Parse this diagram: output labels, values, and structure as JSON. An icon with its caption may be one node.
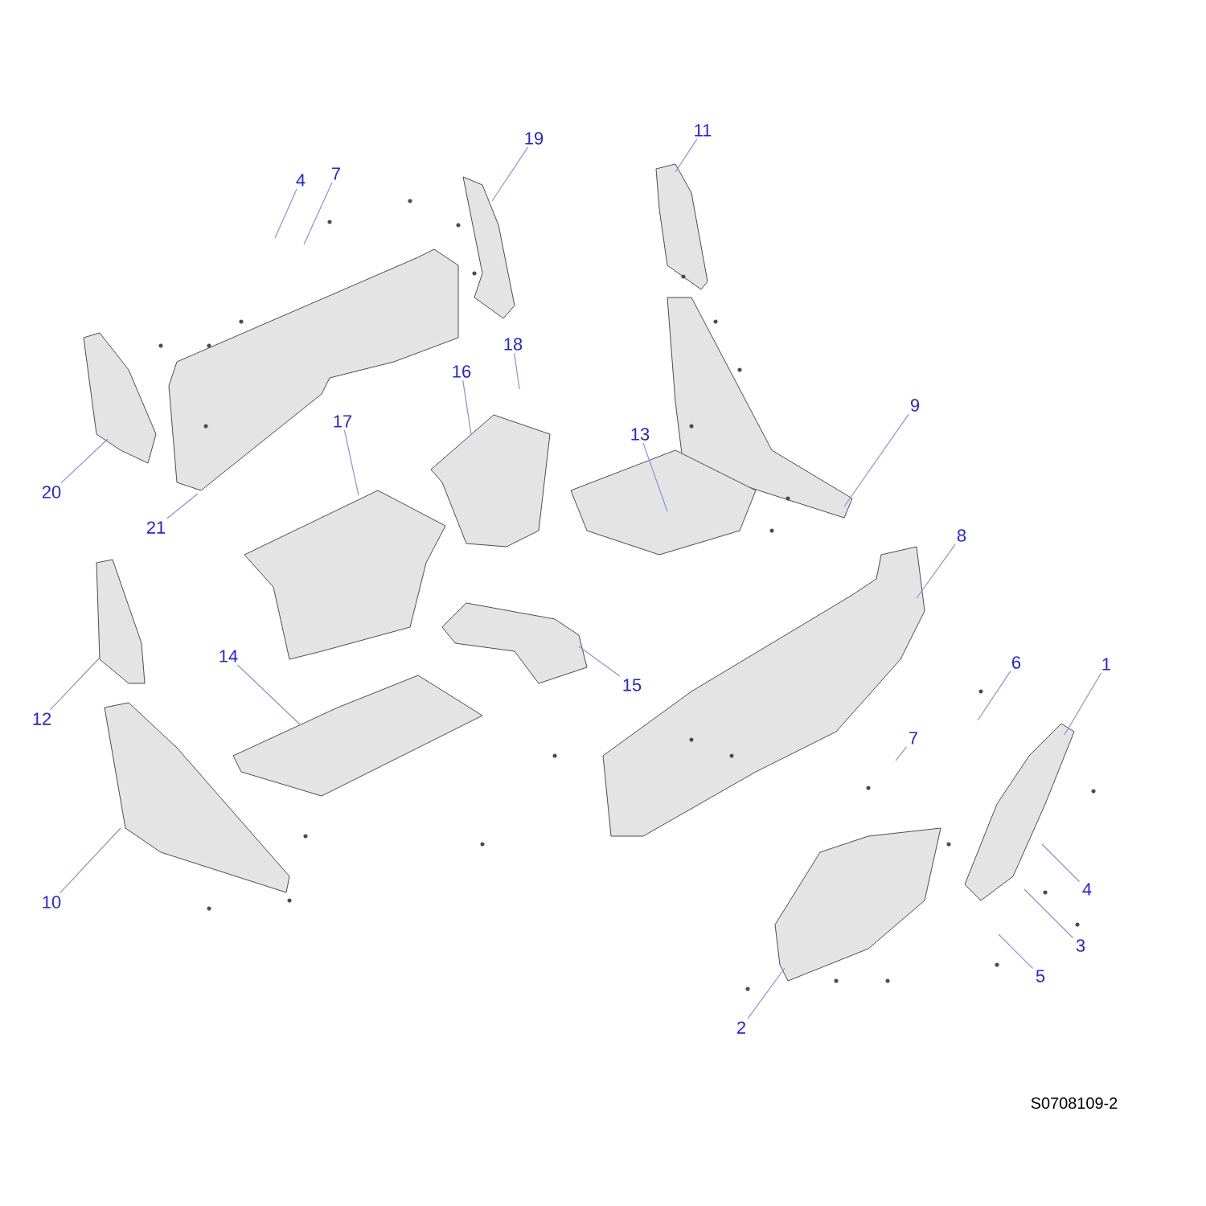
{
  "diagram": {
    "nodes": [
      {
        "text": [
          "4"
        ]
      },
      {
        "text": [
          "7"
        ]
      },
      {
        "text": [
          "19"
        ]
      },
      {
        "text": [
          "11"
        ]
      },
      {
        "text": [
          "20"
        ]
      },
      {
        "text": [
          "21"
        ]
      },
      {
        "text": [
          "18"
        ]
      },
      {
        "text": [
          "16"
        ]
      },
      {
        "text": [
          "17"
        ]
      },
      {
        "text": [
          "13"
        ]
      },
      {
        "text": [
          "9"
        ]
      },
      {
        "text": [
          "8"
        ]
      },
      {
        "text": [
          "12"
        ]
      },
      {
        "text": [
          "14"
        ]
      },
      {
        "text": [
          "15"
        ]
      },
      {
        "text": [
          "6"
        ]
      },
      {
        "text": [
          "1"
        ]
      },
      {
        "text": [
          "7"
        ]
      },
      {
        "text": [
          "4"
        ]
      },
      {
        "text": [
          "3"
        ]
      },
      {
        "text": [
          "5"
        ]
      },
      {
        "text": [
          "10"
        ]
      },
      {
        "text": [
          "2"
        ]
      }
    ],
    "edges": [
      {
        "from": 0,
        "to": null,
        "arrow": "none"
      },
      {
        "from": 1,
        "to": null,
        "arrow": "none"
      },
      {
        "from": 2,
        "to": null,
        "arrow": "none"
      },
      {
        "from": 3,
        "to": null,
        "arrow": "none"
      },
      {
        "from": 4,
        "to": null,
        "arrow": "none"
      },
      {
        "from": 5,
        "to": null,
        "arrow": "none"
      },
      {
        "from": 6,
        "to": null,
        "arrow": "none"
      },
      {
        "from": 7,
        "to": null,
        "arrow": "none"
      },
      {
        "from": 8,
        "to": null,
        "arrow": "none"
      },
      {
        "from": 9,
        "to": null,
        "arrow": "none"
      },
      {
        "from": 10,
        "to": null,
        "arrow": "none"
      },
      {
        "from": 11,
        "to": null,
        "arrow": "none"
      },
      {
        "from": 12,
        "to": null,
        "arrow": "none"
      },
      {
        "from": 13,
        "to": null,
        "arrow": "none"
      },
      {
        "from": 14,
        "to": null,
        "arrow": "none"
      },
      {
        "from": 15,
        "to": null,
        "arrow": "none"
      },
      {
        "from": 16,
        "to": null,
        "arrow": "none"
      },
      {
        "from": 17,
        "to": null,
        "arrow": "none"
      },
      {
        "from": 18,
        "to": null,
        "arrow": "none"
      },
      {
        "from": 19,
        "to": null,
        "arrow": "none"
      },
      {
        "from": 20,
        "to": null,
        "arrow": "none"
      },
      {
        "from": 21,
        "to": null,
        "arrow": "none"
      },
      {
        "from": 22,
        "to": null,
        "arrow": "none"
      }
    ],
    "labels": [
      "S0708109-2"
    ]
  }
}
